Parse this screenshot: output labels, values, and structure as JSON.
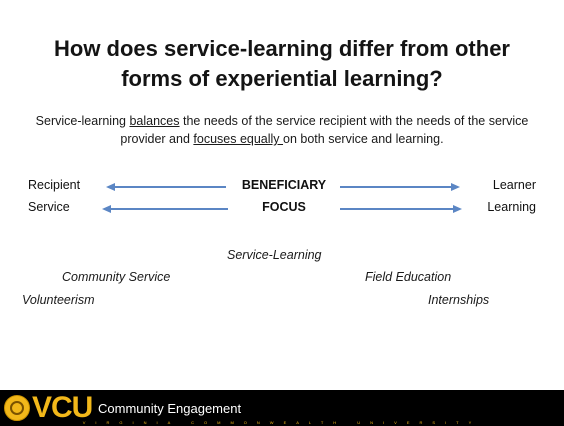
{
  "title_line1": "How does service-learning differ from other",
  "title_line2": "forms of experiential learning?",
  "intro": {
    "p1": "Service-learning ",
    "u1": "balances",
    "p2": " the needs of the service recipient with the needs of the service provider and ",
    "u2": "focuses equally ",
    "p3": "on both service and learning."
  },
  "rows": [
    {
      "left": "Recipient",
      "center": "BENEFICIARY",
      "right": "Learner"
    },
    {
      "left": "Service",
      "center": "FOCUS",
      "right": "Learning"
    }
  ],
  "terms": {
    "service_learning": "Service-Learning",
    "community_service": "Community Service",
    "field_education": "Field Education",
    "volunteerism": "Volunteerism",
    "internships": "Internships"
  },
  "footer": {
    "logo": "VCU",
    "dept": "Community Engagement",
    "university": "VIRGINIA COMMONWEALTH UNIVERSITY"
  },
  "colors": {
    "arrow": "#5b86c4",
    "footer_bg": "#000000",
    "gold": "#f2b81a"
  }
}
